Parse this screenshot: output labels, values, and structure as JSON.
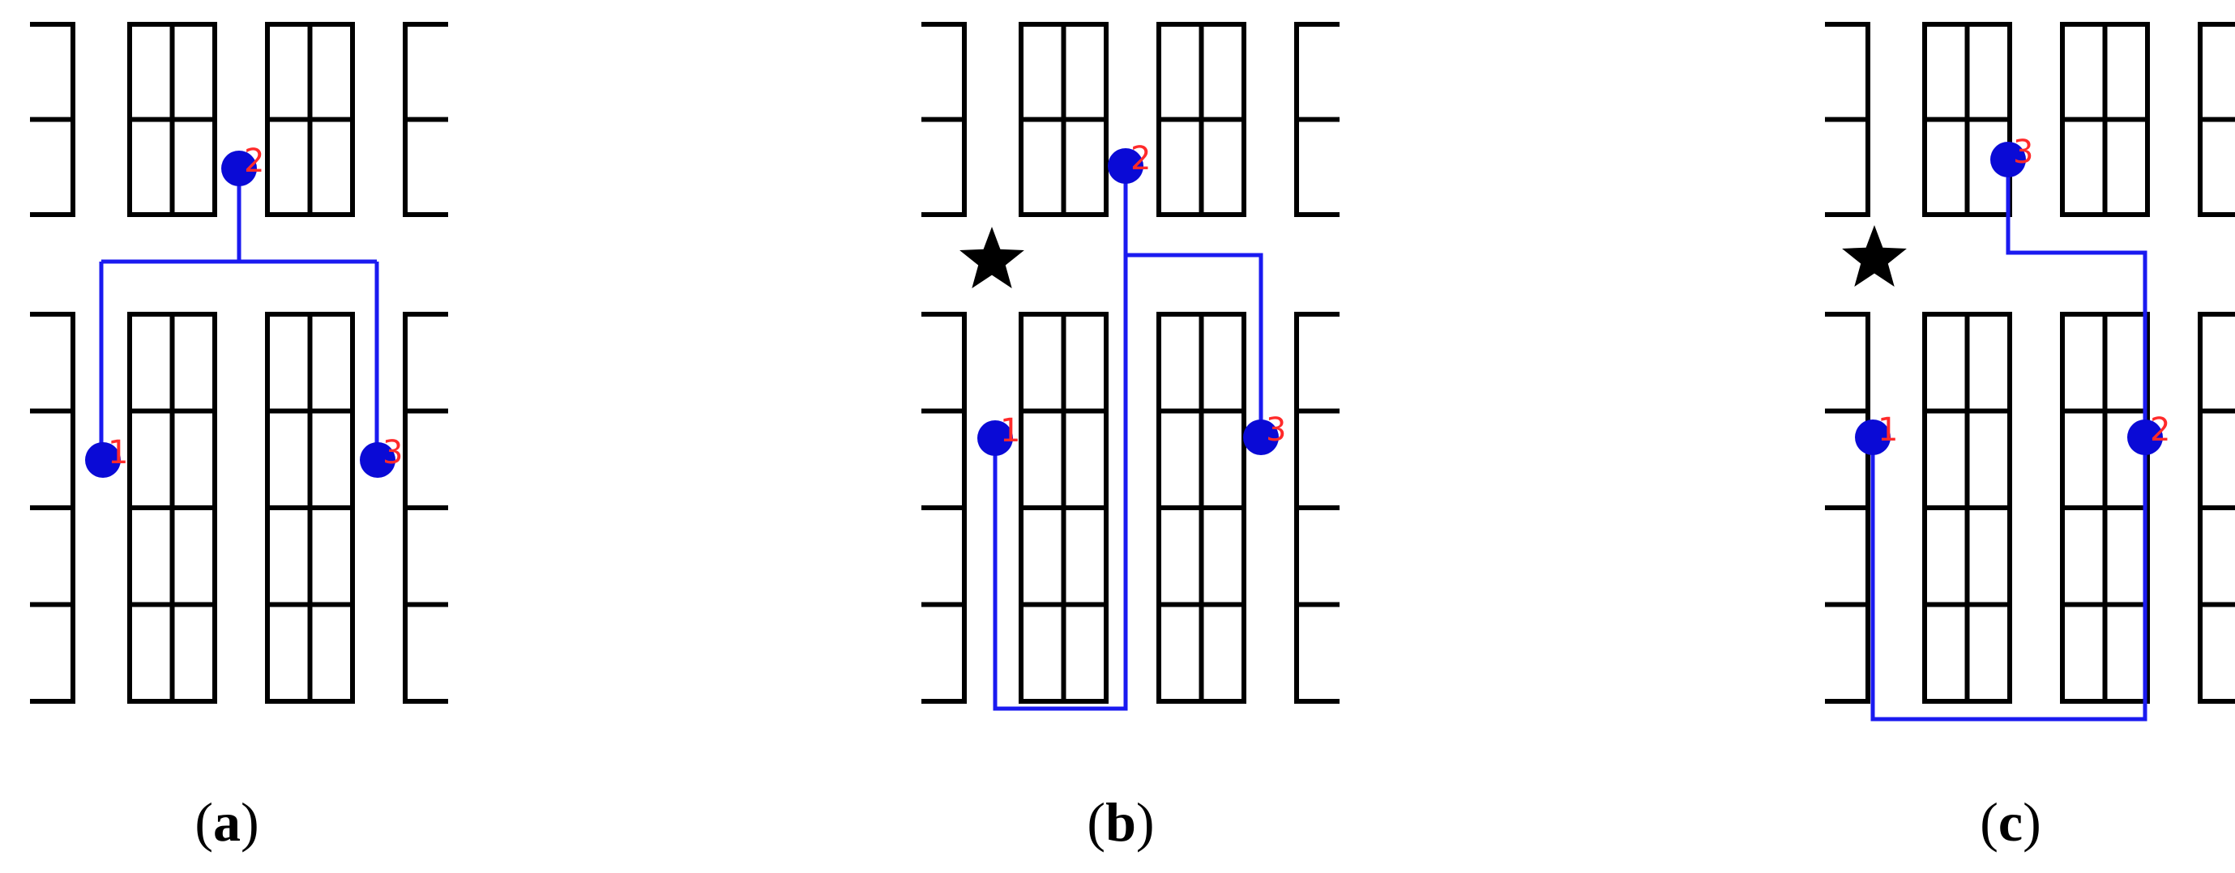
{
  "colors": {
    "background": "#ffffff",
    "rack": "#000000",
    "route": "#1a1af0",
    "pick_point": "#0a0ad6",
    "label": "#ff2a2a"
  },
  "panels": [
    {
      "id": "a",
      "caption": {
        "open": "(",
        "letter": "a",
        "close": ")"
      },
      "depot_star": false,
      "points": [
        {
          "label": "1"
        },
        {
          "label": "2"
        },
        {
          "label": "3"
        }
      ]
    },
    {
      "id": "b",
      "caption": {
        "open": "(",
        "letter": "b",
        "close": ")"
      },
      "depot_star": true,
      "points": [
        {
          "label": "1"
        },
        {
          "label": "2"
        },
        {
          "label": "3"
        }
      ]
    },
    {
      "id": "c",
      "caption": {
        "open": "(",
        "letter": "c",
        "close": ")"
      },
      "depot_star": true,
      "points": [
        {
          "label": "1"
        },
        {
          "label": "2"
        },
        {
          "label": "3"
        }
      ]
    }
  ]
}
